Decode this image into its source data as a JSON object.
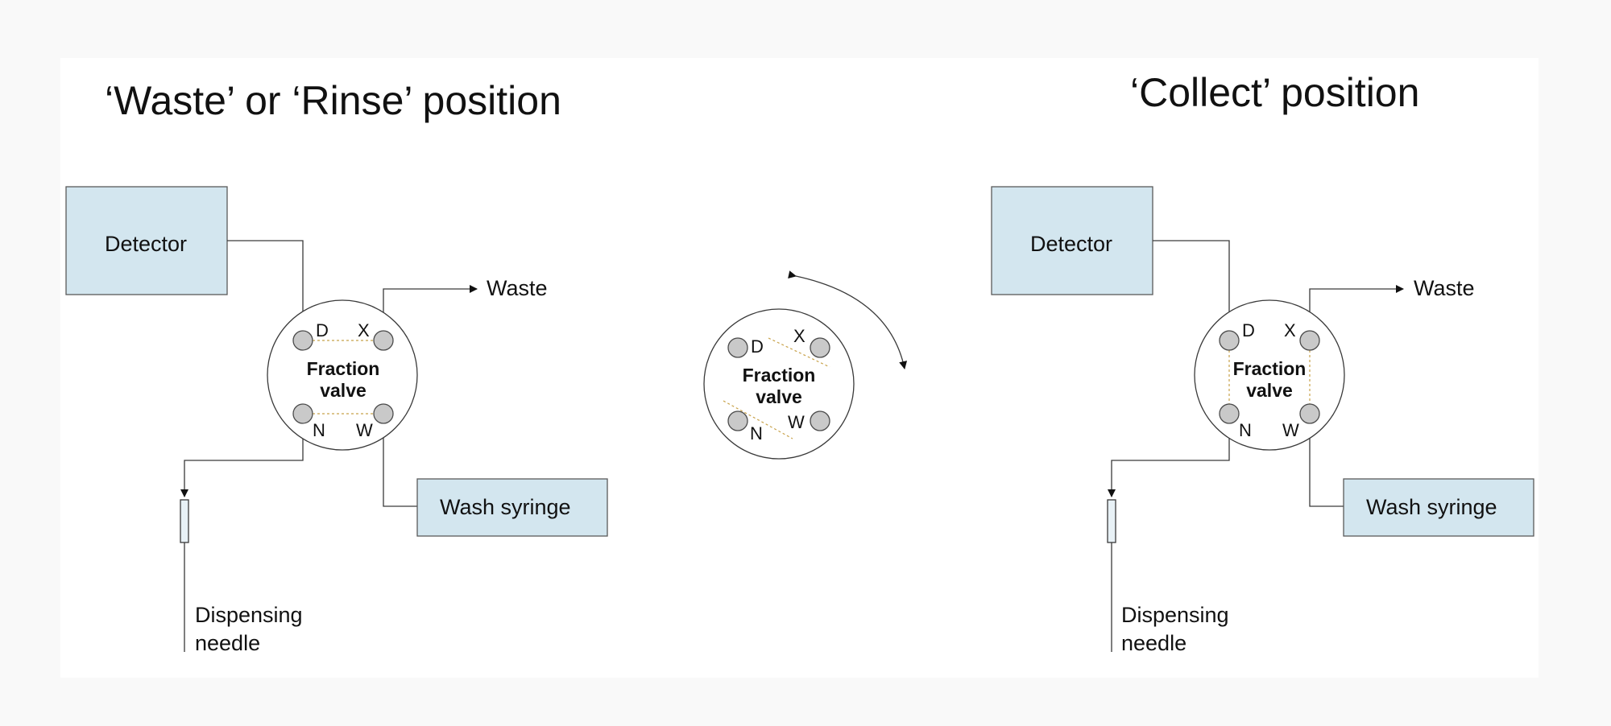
{
  "left_panel": {
    "title": "‘Waste’ or ‘Rinse’ position",
    "detector": "Detector",
    "waste": "Waste",
    "valve_line1": "Fraction",
    "valve_line2": "valve",
    "ports": {
      "d": "D",
      "x": "X",
      "n": "N",
      "w": "W"
    },
    "wash_syringe": "Wash syringe",
    "needle_line1": "Dispensing",
    "needle_line2": "needle"
  },
  "middle": {
    "valve_line1": "Fraction",
    "valve_line2": "valve",
    "ports": {
      "d": "D",
      "x": "X",
      "n": "N",
      "w": "W"
    }
  },
  "right_panel": {
    "title": "‘Collect’ position",
    "detector": "Detector",
    "waste": "Waste",
    "valve_line1": "Fraction",
    "valve_line2": "valve",
    "ports": {
      "d": "D",
      "x": "X",
      "n": "N",
      "w": "W"
    },
    "wash_syringe": "Wash syringe",
    "needle_line1": "Dispensing",
    "needle_line2": "needle"
  },
  "colors": {
    "box_fill": "#d3e6ef",
    "port_fill": "#c9c9c9",
    "channel_link": "#c8a24a"
  }
}
